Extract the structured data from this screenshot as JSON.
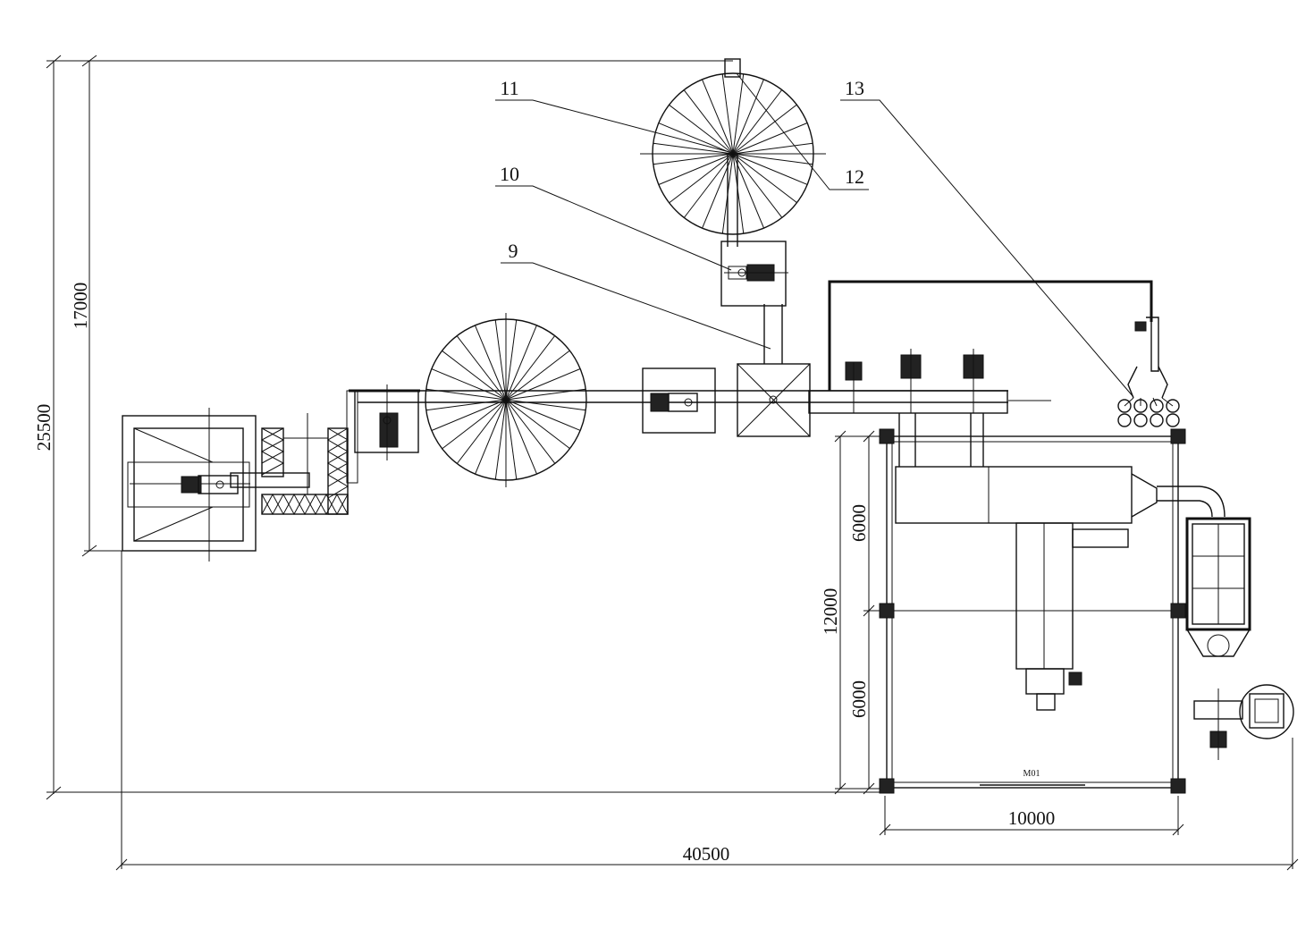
{
  "dimensions": {
    "overall_height": "25500",
    "upper_height": "17000",
    "overall_width": "40500",
    "building_height": "12000",
    "building_bay_upper": "6000",
    "building_bay_lower": "6000",
    "building_width": "10000"
  },
  "callouts": {
    "c9": "9",
    "c10": "10",
    "c11": "11",
    "c12": "12",
    "c13": "13"
  },
  "building_label": "M01"
}
